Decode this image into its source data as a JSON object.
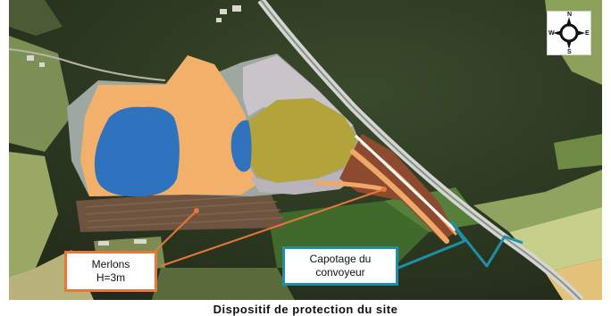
{
  "map": {
    "callouts": {
      "merlons": {
        "line1": "Merlons",
        "line2": "H=3m",
        "color": "#e8773a"
      },
      "capotage": {
        "line1": "Capotage du",
        "line2": "convoyeur",
        "color": "#1f8fa8"
      }
    },
    "compass": {
      "n": "N",
      "s": "S",
      "e": "E",
      "w": "W"
    },
    "caption": "Dispositif de protection du site",
    "colors": {
      "water": "#2f73bf",
      "excavation_orange": "#f2b06a",
      "vegetated_zone": "#b2a33a",
      "bare_ground": "#c9c4c9",
      "stockpile_brown": "#8e4a2e",
      "forest": "#2f3b24",
      "fields": "#8fa45e"
    }
  }
}
